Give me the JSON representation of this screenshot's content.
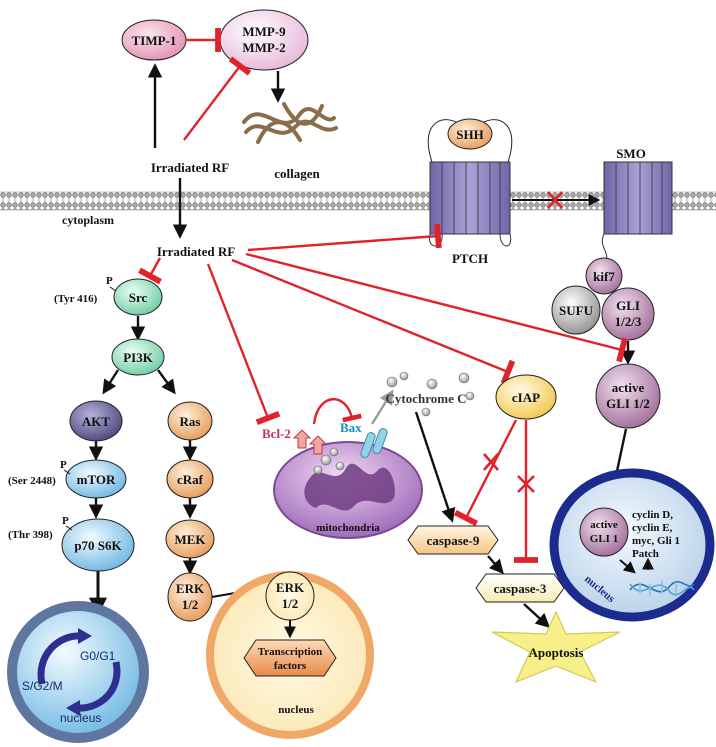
{
  "labels": {
    "timp1": "TIMP-1",
    "mmp9": "MMP-9",
    "mmp2": "MMP-2",
    "collagen": "collagen",
    "irradiated_rf_top": "Irradiated RF",
    "irradiated_rf_mid": "Irradiated RF",
    "cytoplasm": "cytoplasm",
    "shh": "SHH",
    "smo": "SMO",
    "ptch": "PTCH",
    "kif7": "kif7",
    "sufu": "SUFU",
    "gli_l1": "GLI",
    "gli_l2": "1/2/3",
    "active_gli_l1": "active",
    "active_gli_l2": "GLI 1/2",
    "src": "Src",
    "tyr416": "(Tyr 416)",
    "p_src": "P",
    "pi3k": "PI3K",
    "akt": "AKT",
    "mtor": "mTOR",
    "ser2448": "(Ser 2448)",
    "p_mtor": "P",
    "p70s6k": "p70 S6K",
    "thr398": "(Thr 398)",
    "p_s6k": "P",
    "ras": "Ras",
    "craf": "cRaf",
    "mek": "MEK",
    "erk_l1": "ERK",
    "erk_l2": "1/2",
    "erk2_l1": "ERK",
    "erk2_l2": "1/2",
    "tf_l1": "Transcription",
    "tf_l2": "factors",
    "nucleus_erk": "nucleus",
    "g0g1": "G0/G1",
    "sg2m": "S/G2/M",
    "nucleus_left": "nucleus",
    "bcl2": "Bcl-2",
    "bax": "Bax",
    "cytochrome_c": "Cytochrome C",
    "mitochondria": "mitochondria",
    "ciap": "cIAP",
    "caspase9": "caspase-9",
    "caspase3": "caspase-3",
    "apoptosis": "Apoptosis",
    "nuc_active_l1": "active",
    "nuc_active_l2": "GLI 1",
    "targets_l1": "cyclin D,",
    "targets_l2": "cyclin E,",
    "targets_l3": "myc, Gli 1",
    "targets_l4": "Patch",
    "nucleus_right": "nucleus"
  },
  "colors": {
    "inhibit": "#e0232a",
    "activate": "#111111",
    "membrane": "#b0b0b0",
    "receptor": "#8c83c2",
    "timp1": "#e8a0b8",
    "mmp": "#f0c8e2",
    "green_node": "#9fe0c2",
    "akt_node": "#5e5a8e",
    "blue_node": "#a8d6f0",
    "orange_node": "#f3c08f",
    "purple_node": "#b989b0",
    "ciap": "#fadc7a",
    "caspase": "#fad9a6",
    "apoptosis": "#f7f08a"
  },
  "icons": [
    "phospho-p-icon",
    "inhibition-bar-icon",
    "block-x-icon",
    "dna-helix-icon",
    "cell-cycle-arrows-icon"
  ]
}
